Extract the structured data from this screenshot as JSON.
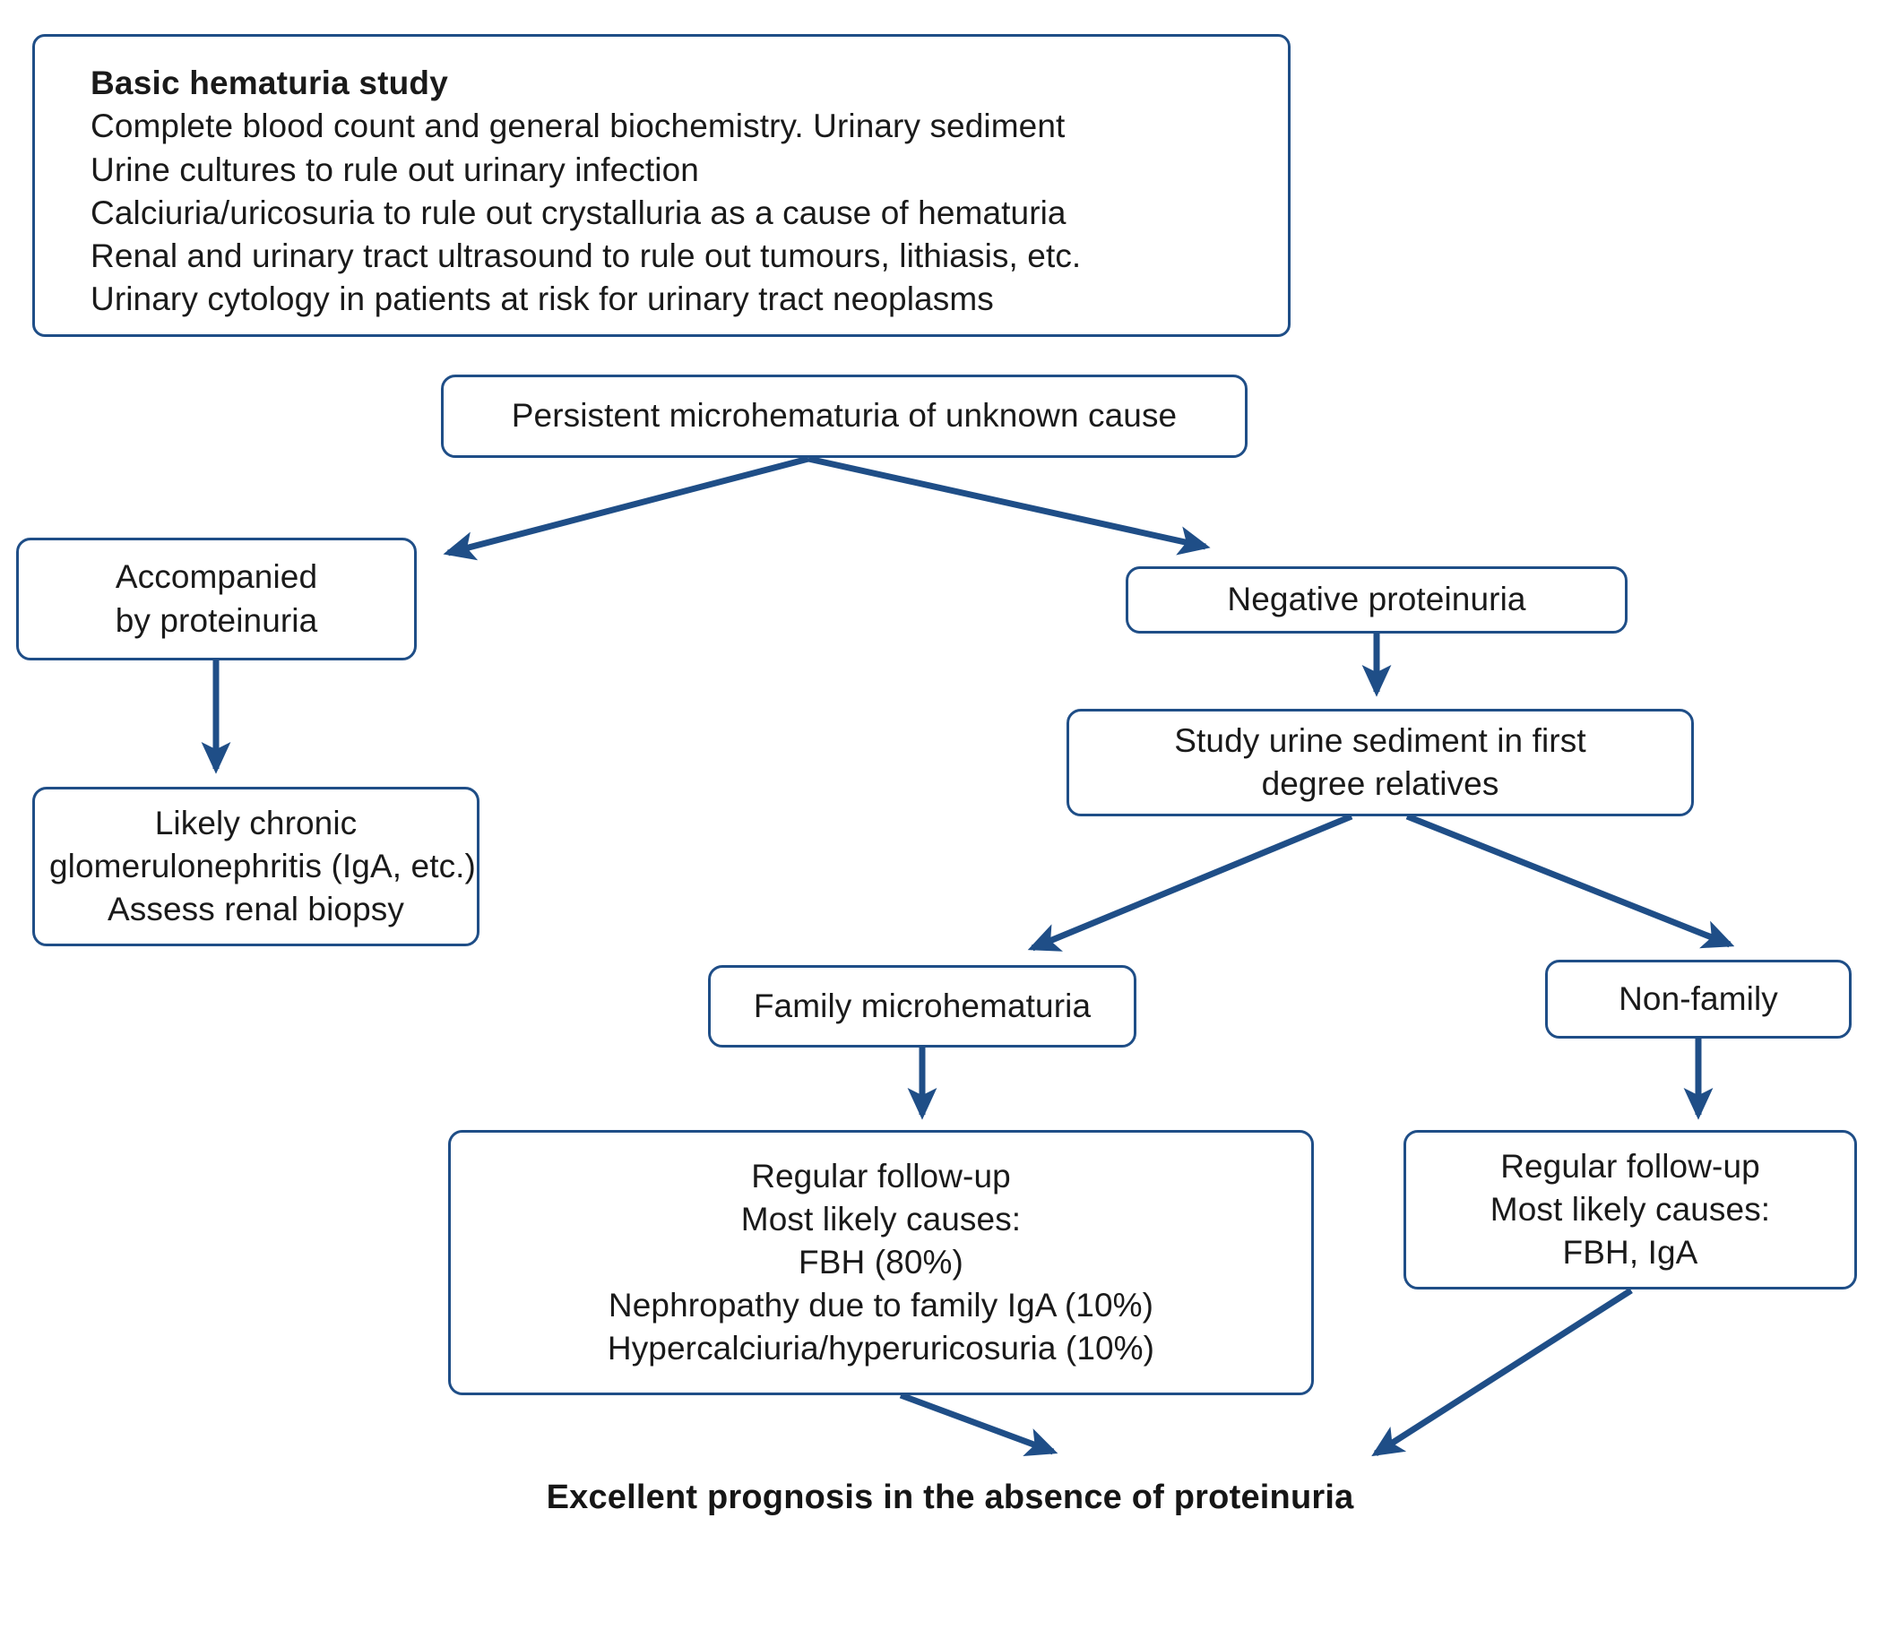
{
  "colors": {
    "border": "#1F4E87",
    "arrow": "#1F4E87",
    "text": "#1a1a1a",
    "background": "#ffffff"
  },
  "study_panel": {
    "title": "Basic hematuria study",
    "lines": [
      "Complete blood count and general biochemistry. Urinary sediment",
      "Urine cultures to rule out urinary infection",
      "Calciuria/uricosuria to rule out crystalluria as a cause of hematuria",
      "Renal and urinary tract ultrasound to rule out tumours, lithiasis, etc.",
      "Urinary cytology in patients at risk for urinary tract neoplasms"
    ]
  },
  "nodes": {
    "persistent": {
      "lines": [
        "Persistent microhematuria of unknown cause"
      ]
    },
    "accompanied": {
      "lines": [
        "Accompanied",
        "by proteinuria"
      ]
    },
    "likely_chronic": {
      "lines": [
        "Likely chronic",
        "glomerulonephritis (IgA, etc.)",
        "Assess renal biopsy"
      ]
    },
    "negative_proteinuria": {
      "lines": [
        "Negative proteinuria"
      ]
    },
    "study_sediment": {
      "lines": [
        "Study urine sediment in first",
        "degree relatives"
      ]
    },
    "family": {
      "lines": [
        "Family microhematuria"
      ]
    },
    "nonfamily": {
      "lines": [
        "Non-family"
      ]
    },
    "followup_left": {
      "lines": [
        "Regular follow-up",
        "Most likely causes:",
        "FBH (80%)",
        "Nephropathy due to family IgA (10%)",
        "Hypercalciuria/hyperuricosuria (10%)"
      ]
    },
    "followup_right": {
      "lines": [
        "Regular follow-up",
        "Most likely causes:",
        "FBH, IgA"
      ]
    }
  },
  "prognosis": {
    "text": "Excellent prognosis in the absence of proteinuria"
  },
  "chart_data": {
    "type": "diagram",
    "title": "Diagnostic algorithm for persistent microhematuria",
    "edges": [
      {
        "from": "persistent",
        "to": "accompanied",
        "style": "diagonal-arrow"
      },
      {
        "from": "persistent",
        "to": "negative_proteinuria",
        "style": "diagonal-arrow"
      },
      {
        "from": "accompanied",
        "to": "likely_chronic",
        "style": "vertical-arrow"
      },
      {
        "from": "negative_proteinuria",
        "to": "study_sediment",
        "style": "vertical-arrow"
      },
      {
        "from": "study_sediment",
        "to": "family",
        "style": "diagonal-arrow"
      },
      {
        "from": "study_sediment",
        "to": "nonfamily",
        "style": "diagonal-arrow"
      },
      {
        "from": "family",
        "to": "followup_left",
        "style": "vertical-arrow"
      },
      {
        "from": "nonfamily",
        "to": "followup_right",
        "style": "vertical-arrow"
      },
      {
        "from": "followup_left",
        "to": "prognosis",
        "style": "diagonal-arrow"
      },
      {
        "from": "followup_right",
        "to": "prognosis",
        "style": "diagonal-arrow"
      }
    ]
  }
}
